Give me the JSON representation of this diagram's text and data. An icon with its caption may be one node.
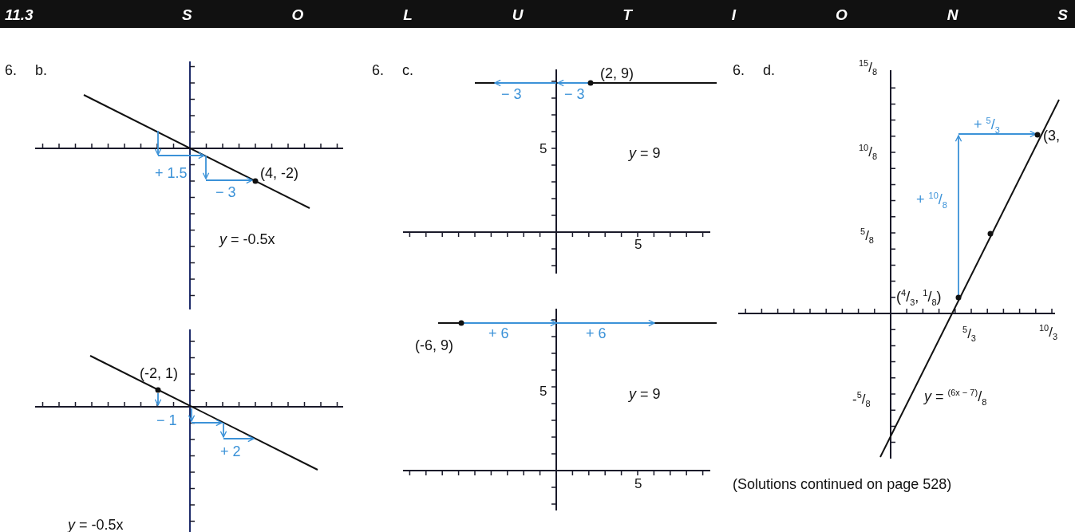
{
  "diagram": {
    "labels": [
      "11.3",
      "SOLUTIONS",
      "6.",
      "b.",
      "+ 1.5",
      "(4, -2)",
      "− 3",
      "*y* = -0.5x",
      "(-2, 1)",
      "− 1",
      "+ 2",
      "*y* = -0.5x",
      "6.",
      "c.",
      "(2, 9)",
      "− 3",
      "− 3",
      "5",
      "*y* = 9",
      "5",
      "(-6, 9)",
      "+ 6",
      "+ 6",
      "5",
      "*y* = 9",
      "5",
      "6.",
      "d.",
      "$^{15}$/$_{8}$",
      "+ $^{5}$/$_{3}$",
      "(3,",
      "$^{10}$/$_{8}$",
      "+ $^{10}$/$_{8}$",
      "$^{5}$/$_{8}$",
      "($^{4}$/$_{3}$, $^{1}$/$_{8}$)",
      "$^{5}$/$_{3}$",
      "$^{10}$/$_{3}$",
      "-$^{5}$/$_{8}$",
      "*y* = $^{(6x − 7)}$/$_{8}$",
      "(Solutions continued on page 528)"
    ]
  }
}
